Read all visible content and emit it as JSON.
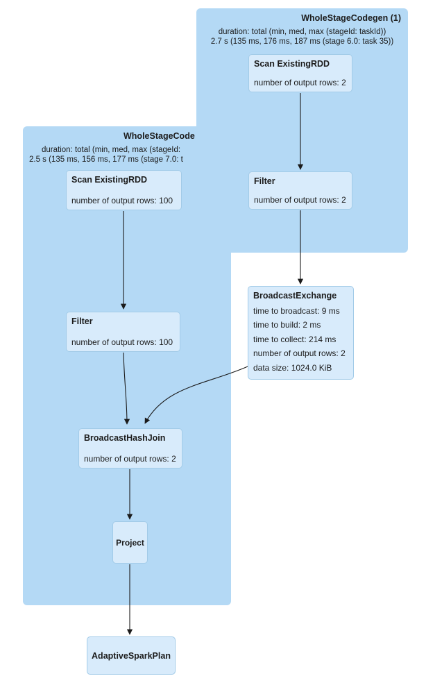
{
  "colors": {
    "cluster_fill": "#b4d9f5",
    "node_fill": "#d8ebfb",
    "node_border": "#a2cbe8",
    "text": "#1c1c1c",
    "edge": "#1b1b1b"
  },
  "clusters": [
    {
      "id": "wholestagecodegen-1",
      "title": "WholeStageCodegen (1)",
      "duration_line1": "duration: total (min, med, max (stageId: taskId))",
      "duration_line2": "2.7 s (135 ms, 176 ms, 187 ms (stage 6.0: task 35))"
    },
    {
      "id": "wholestagecodegen-2",
      "title": "WholeStageCode",
      "duration_line1": "duration: total (min, med, max (stageId:",
      "duration_line2": "2.5 s (135 ms, 156 ms, 177 ms (stage 7.0: t"
    }
  ],
  "nodes": {
    "scan1": {
      "title": "Scan ExistingRDD",
      "metrics": [
        "number of output rows: 2"
      ]
    },
    "filter1": {
      "title": "Filter",
      "metrics": [
        "number of output rows: 2"
      ]
    },
    "scan2": {
      "title": "Scan ExistingRDD",
      "metrics": [
        "number of output rows: 100"
      ]
    },
    "filter2": {
      "title": "Filter",
      "metrics": [
        "number of output rows: 100"
      ]
    },
    "broadcast_exchange": {
      "title": "BroadcastExchange",
      "metrics": [
        "time to broadcast: 9 ms",
        "time to build: 2 ms",
        "time to collect: 214 ms",
        "number of output rows: 2",
        "data size: 1024.0 KiB"
      ]
    },
    "bhj": {
      "title": "BroadcastHashJoin",
      "metrics": [
        "number of output rows: 2"
      ]
    },
    "project": {
      "title": "Project"
    },
    "adaptive": {
      "title": "AdaptiveSparkPlan"
    }
  },
  "edges": [
    {
      "from": "scan1",
      "to": "filter1"
    },
    {
      "from": "filter1",
      "to": "broadcast_exchange"
    },
    {
      "from": "broadcast_exchange",
      "to": "bhj"
    },
    {
      "from": "scan2",
      "to": "filter2"
    },
    {
      "from": "filter2",
      "to": "bhj"
    },
    {
      "from": "bhj",
      "to": "project"
    },
    {
      "from": "project",
      "to": "adaptive"
    }
  ]
}
